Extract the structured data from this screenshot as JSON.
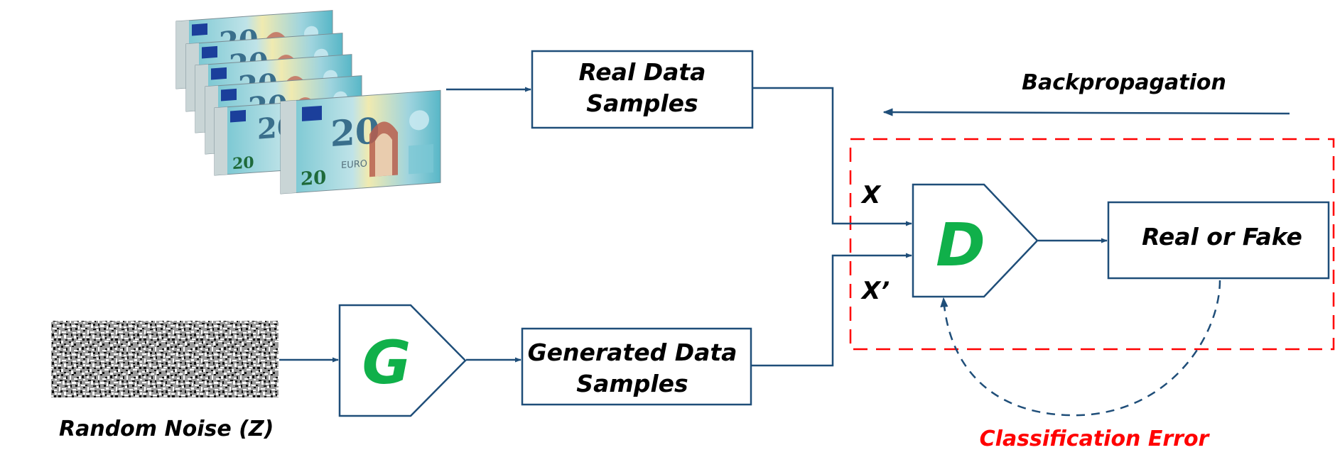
{
  "real_box": {
    "line1": "Real Data",
    "line2": "Samples"
  },
  "generated_box": {
    "line1": "Generated Data",
    "line2": "Samples"
  },
  "generator": {
    "label": "G"
  },
  "discriminator": {
    "label": "D"
  },
  "output_box": {
    "label": "Real or Fake"
  },
  "noise_label": "Random Noise (Z)",
  "input_x": "X",
  "input_x_prime": "X’",
  "backprop_label": "Backpropagation",
  "error_label": "Classification Error",
  "banknote": {
    "denomination": "20",
    "currency": "EURO"
  },
  "colors": {
    "line": "#1f4e79",
    "green": "#10b04a",
    "red": "#ff0000",
    "note_blue": "#6fc3cf",
    "note_yellow": "#f0eab0"
  }
}
